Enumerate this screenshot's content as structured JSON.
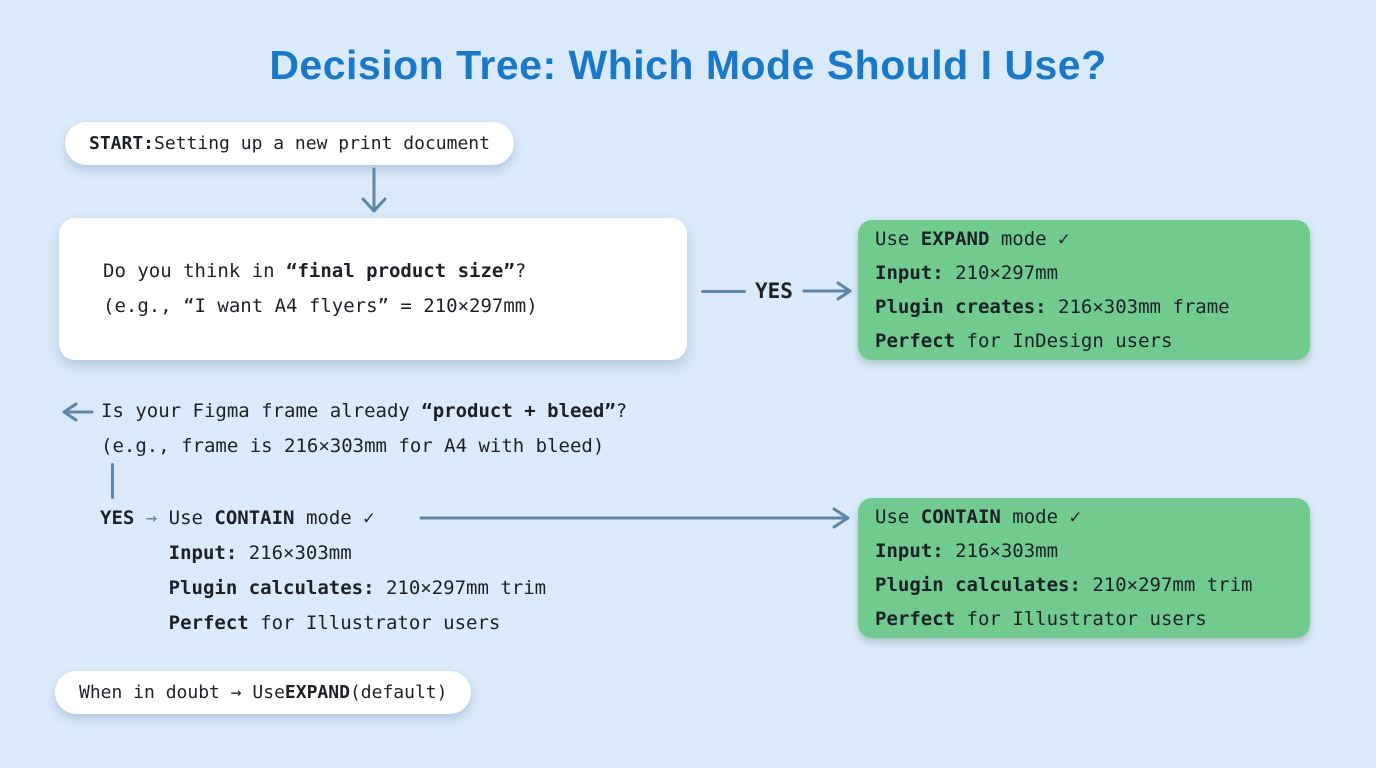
{
  "title": "Decision Tree: Which Mode Should I Use?",
  "colors": {
    "background": "#daeafa",
    "title_blue": "#1a78c8",
    "connector_blue": "#5d86a8",
    "result_green": "#71ca8e",
    "card_white": "#ffffff",
    "text_dark": "#1d2127"
  },
  "start": {
    "label_bold": "START:",
    "label_rest": " Setting up a new print document"
  },
  "question_final_size": {
    "line1": {
      "pre": "Do you think in ",
      "bold": "“final product size”",
      "post": "?"
    },
    "line2": "(e.g., “I want A4 flyers” = 210×297mm)"
  },
  "yes_connector": {
    "label": "YES"
  },
  "expand_result": {
    "title": {
      "pre": "Use ",
      "bold": "EXPAND",
      "post": " mode ✓"
    },
    "input": {
      "bold": "Input:",
      "text": " 210×297mm"
    },
    "plugin": {
      "bold": "Plugin creates:",
      "text": " 216×303mm frame"
    },
    "perfect": {
      "bold": "Perfect",
      "text": " for InDesign users"
    }
  },
  "question_product_bleed": {
    "line1": {
      "pre": "Is your Figma frame already ",
      "bold": "“product + bleed”",
      "post": "?"
    },
    "line2": "(e.g., frame is 216×303mm for A4 with bleed)"
  },
  "contain_answer": {
    "yes": "YES",
    "arrow": " → ",
    "title": {
      "pre": "Use ",
      "bold": "CONTAIN",
      "post": " mode ✓"
    },
    "input": {
      "bold": "Input:",
      "text": " 216×303mm"
    },
    "plugin": {
      "bold": "Plugin calculates:",
      "text": " 210×297mm trim"
    },
    "perfect": {
      "bold": "Perfect",
      "text": " for Illustrator users"
    }
  },
  "contain_result": {
    "title": {
      "pre": "Use ",
      "bold": "CONTAIN",
      "post": " mode ✓"
    },
    "input": {
      "bold": "Input:",
      "text": " 216×303mm"
    },
    "plugin": {
      "bold": "Plugin calculates:",
      "text": " 210×297mm trim"
    },
    "perfect": {
      "bold": "Perfect",
      "text": " for Illustrator users"
    }
  },
  "fallback": {
    "pre": "When in doubt → Use ",
    "bold": "EXPAND",
    "post": " (default)"
  }
}
